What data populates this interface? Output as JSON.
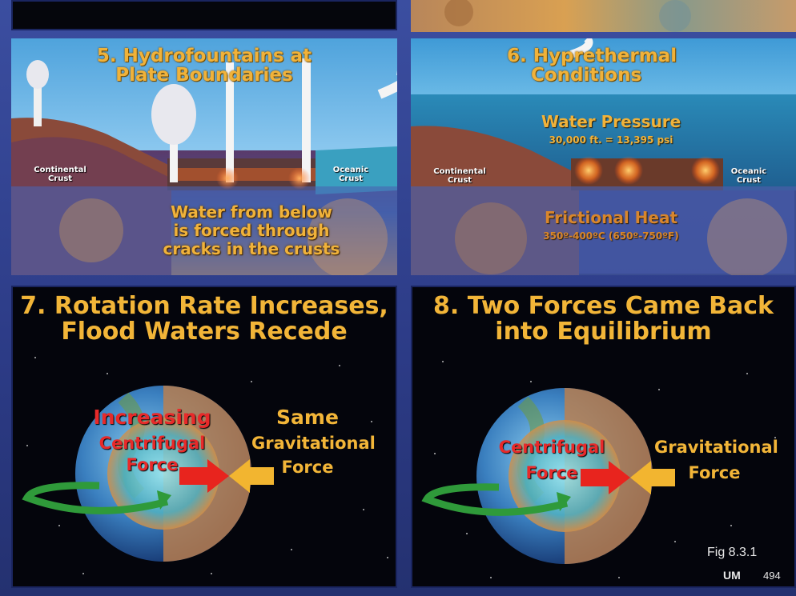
{
  "panel5": {
    "title_line1": "5.  Hydrofountains at",
    "title_line2": "Plate Boundaries",
    "continental_label": "Continental Crust",
    "oceanic_label": "Oceanic Crust",
    "caption_line1": "Water from below",
    "caption_line2": "is forced through",
    "caption_line3": "cracks in the crusts"
  },
  "panel6": {
    "title_line1": "6.  Hyprethermal",
    "title_line2": "Conditions",
    "water_pressure": "Water Pressure",
    "pressure_value": "30,000 ft. = 13,395 psi",
    "continental_label": "Continental Crust",
    "oceanic_label": "Oceanic Crust",
    "frictional_heat": "Frictional Heat",
    "temp_value": "350º-400ºC  (650º-750ºF)"
  },
  "panel7": {
    "title_line1": "7. Rotation Rate Increases,",
    "title_line2": "Flood Waters Recede",
    "increasing": "Increasing",
    "centrifugal": "Centrifugal",
    "force_left": "Force",
    "same": "Same",
    "gravitational": "Gravitational",
    "force_right": "Force"
  },
  "panel8": {
    "title_line1": "8.  Two Forces Came Back",
    "title_line2": "into Equilibrium",
    "centrifugal": "Centrifugal",
    "force_left": "Force",
    "gravitational": "Gravitational",
    "force_right": "Force",
    "fig_label": "Fig 8.3.1",
    "logo": "UM",
    "page_number": "494"
  },
  "colors": {
    "title_gold": "#f0b23a",
    "arrow_red": "#e8241e",
    "arrow_gold": "#f2b530",
    "ocean": "#2f8fbf",
    "frame_blue": "#2c3b86"
  }
}
